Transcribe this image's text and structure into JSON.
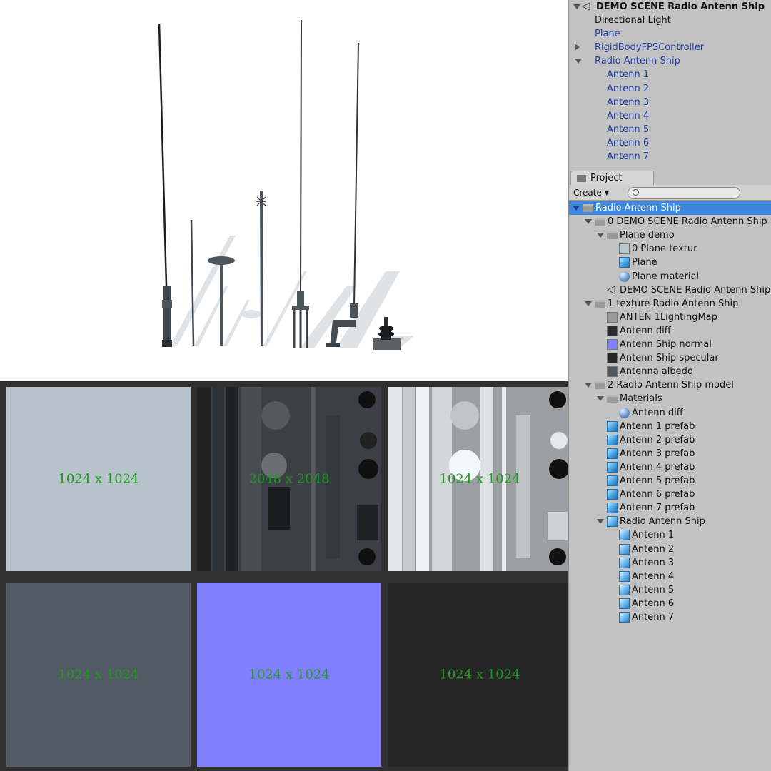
{
  "hierarchy": {
    "scene_title": "DEMO SCENE Radio Antenn Ship",
    "items": [
      {
        "label": "Directional Light",
        "depth": 1,
        "arrow": "none",
        "blue": false
      },
      {
        "label": "Plane",
        "depth": 1,
        "arrow": "none",
        "blue": true
      },
      {
        "label": "RigidBodyFPSController",
        "depth": 1,
        "arrow": "right",
        "blue": true
      },
      {
        "label": "Radio Antenn Ship",
        "depth": 1,
        "arrow": "down",
        "blue": true
      },
      {
        "label": "Antenn 1",
        "depth": 2,
        "arrow": "none",
        "blue": true
      },
      {
        "label": "Antenn 2",
        "depth": 2,
        "arrow": "none",
        "blue": true
      },
      {
        "label": "Antenn 3",
        "depth": 2,
        "arrow": "none",
        "blue": true
      },
      {
        "label": "Antenn 4",
        "depth": 2,
        "arrow": "none",
        "blue": true
      },
      {
        "label": "Antenn 5",
        "depth": 2,
        "arrow": "none",
        "blue": true
      },
      {
        "label": "Antenn 6",
        "depth": 2,
        "arrow": "none",
        "blue": true
      },
      {
        "label": "Antenn 7",
        "depth": 2,
        "arrow": "none",
        "blue": true
      }
    ]
  },
  "project": {
    "tab_label": "Project",
    "create_label": "Create",
    "tree": [
      {
        "label": "Radio Antenn Ship",
        "depth": 0,
        "arrow": "down",
        "icon": "folder-open-icon",
        "selected": true
      },
      {
        "label": "0 DEMO SCENE Radio Antenn Ship",
        "depth": 1,
        "arrow": "down",
        "icon": "folder-open-icon"
      },
      {
        "label": "Plane demo",
        "depth": 2,
        "arrow": "down",
        "icon": "folder-open-icon"
      },
      {
        "label": "0 Plane textur",
        "depth": 3,
        "arrow": "none",
        "icon": "texture-swatch-icon",
        "color": "#b7c6cf"
      },
      {
        "label": "Plane",
        "depth": 3,
        "arrow": "none",
        "icon": "cube-icon"
      },
      {
        "label": "Plane material",
        "depth": 3,
        "arrow": "none",
        "icon": "sphere-icon"
      },
      {
        "label": "DEMO SCENE Radio Antenn Ship",
        "depth": 2,
        "arrow": "none",
        "icon": "unity-scene-icon"
      },
      {
        "label": "1 texture Radio Antenn Ship",
        "depth": 1,
        "arrow": "down",
        "icon": "folder-open-icon"
      },
      {
        "label": "ANTEN 1LightingMap",
        "depth": 2,
        "arrow": "none",
        "icon": "texture-swatch-icon",
        "color": "#9a9a9a"
      },
      {
        "label": "Antenn diff",
        "depth": 2,
        "arrow": "none",
        "icon": "texture-swatch-icon",
        "color": "#2d2d2d"
      },
      {
        "label": "Antenn Ship  normal",
        "depth": 2,
        "arrow": "none",
        "icon": "texture-swatch-icon",
        "color": "#8080ff"
      },
      {
        "label": "Antenn Ship  specular",
        "depth": 2,
        "arrow": "none",
        "icon": "texture-swatch-icon",
        "color": "#262626"
      },
      {
        "label": "Antenna albedo",
        "depth": 2,
        "arrow": "none",
        "icon": "texture-swatch-icon",
        "color": "#505862"
      },
      {
        "label": "2 Radio Antenn Ship model",
        "depth": 1,
        "arrow": "down",
        "icon": "folder-open-icon"
      },
      {
        "label": "Materials",
        "depth": 2,
        "arrow": "down",
        "icon": "folder-open-icon"
      },
      {
        "label": "Antenn diff",
        "depth": 3,
        "arrow": "none",
        "icon": "sphere-icon"
      },
      {
        "label": "Antenn 1 prefab",
        "depth": 2,
        "arrow": "none",
        "icon": "cube-icon"
      },
      {
        "label": "Antenn 2 prefab",
        "depth": 2,
        "arrow": "none",
        "icon": "cube-icon"
      },
      {
        "label": "Antenn 3 prefab",
        "depth": 2,
        "arrow": "none",
        "icon": "cube-icon"
      },
      {
        "label": "Antenn 4 prefab",
        "depth": 2,
        "arrow": "none",
        "icon": "cube-icon"
      },
      {
        "label": "Antenn 5 prefab",
        "depth": 2,
        "arrow": "none",
        "icon": "cube-icon"
      },
      {
        "label": "Antenn 6 prefab",
        "depth": 2,
        "arrow": "none",
        "icon": "cube-icon"
      },
      {
        "label": "Antenn 7 prefab",
        "depth": 2,
        "arrow": "none",
        "icon": "cube-icon"
      },
      {
        "label": "Radio Antenn Ship",
        "depth": 2,
        "arrow": "down",
        "icon": "prefab-model-icon"
      },
      {
        "label": "Antenn 1",
        "depth": 3,
        "arrow": "none",
        "icon": "prefab-model-icon"
      },
      {
        "label": "Antenn 2",
        "depth": 3,
        "arrow": "none",
        "icon": "prefab-model-icon"
      },
      {
        "label": "Antenn 3",
        "depth": 3,
        "arrow": "none",
        "icon": "prefab-model-icon"
      },
      {
        "label": "Antenn 4",
        "depth": 3,
        "arrow": "none",
        "icon": "prefab-model-icon"
      },
      {
        "label": "Antenn 5",
        "depth": 3,
        "arrow": "none",
        "icon": "prefab-model-icon"
      },
      {
        "label": "Antenn 6",
        "depth": 3,
        "arrow": "none",
        "icon": "prefab-model-icon"
      },
      {
        "label": "Antenn 7",
        "depth": 3,
        "arrow": "none",
        "icon": "prefab-model-icon"
      }
    ]
  },
  "textures": [
    {
      "label": "1024 x 1024",
      "color": "#b7c4cb"
    },
    {
      "label": "2048 x 2048",
      "color": "#3c4046"
    },
    {
      "label": "1024 x 1024",
      "color": "#9b9fa3"
    },
    {
      "label": "1024 x 1024",
      "color": "#525b65"
    },
    {
      "label": "1024 x 1024",
      "color": "#8080ff"
    },
    {
      "label": "1024 x 1024",
      "color": "#262626"
    }
  ]
}
